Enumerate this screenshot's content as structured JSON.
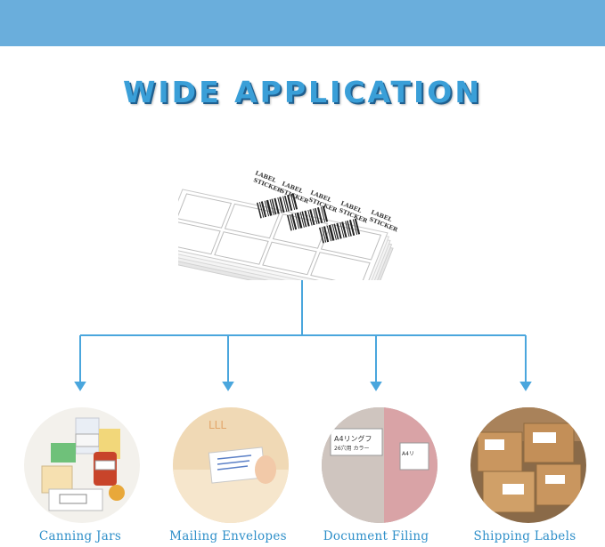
{
  "headline": "WIDE APPLICATION",
  "sheet": {
    "sticker_text": "LABEL STICKER"
  },
  "applications": [
    {
      "label": "Canning Jars",
      "icon": "canning-jars-photo"
    },
    {
      "label": "Mailing Envelopes",
      "icon": "mailing-envelopes-photo"
    },
    {
      "label": "Document Filing",
      "icon": "document-filing-photo",
      "photo_text": [
        "A4リングフ",
        "26穴用 カラー"
      ]
    },
    {
      "label": "Shipping Labels",
      "icon": "shipping-labels-photo"
    }
  ],
  "colors": {
    "band": "#6aaedc",
    "headline": "#3a9fd8",
    "connector": "#4aa6dd",
    "label_text": "#2e8fc9"
  }
}
